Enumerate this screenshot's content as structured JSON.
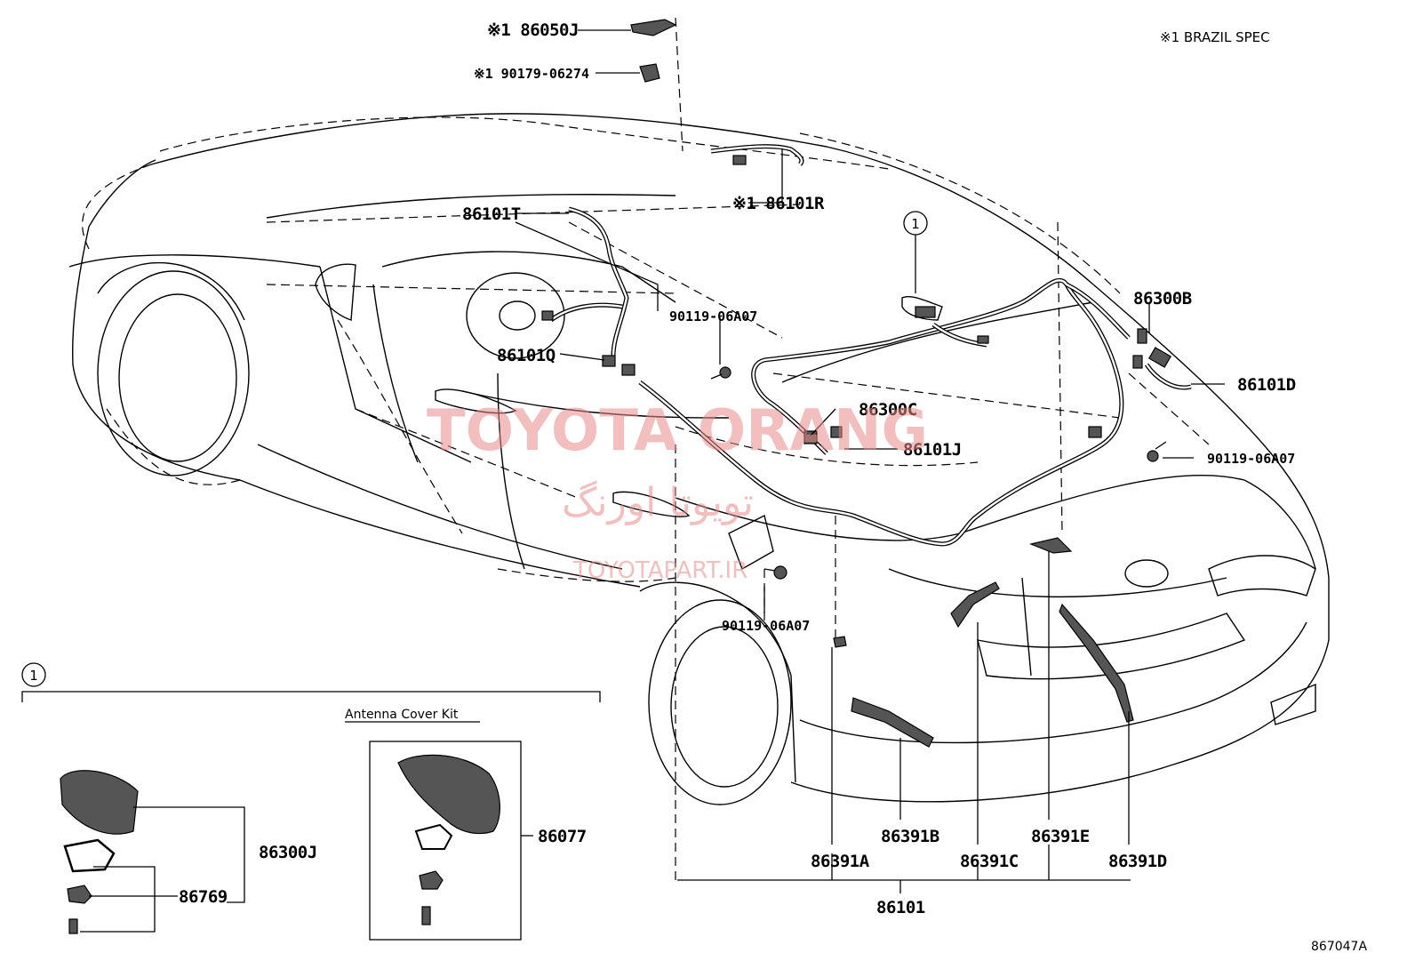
{
  "notes": {
    "spec_note": "※1  BRAZIL SPEC",
    "diagram_code": "867047A"
  },
  "callouts": {
    "ref1_main": "1",
    "ref1_inset": "1"
  },
  "inset": {
    "kit_caption": "Antenna Cover Kit"
  },
  "labels": {
    "p86050J": "※1 86050J",
    "p90179": "※1 90179-06274",
    "p86101R": "※1 86101R",
    "p86101T": "86101T",
    "p90119_a": "90119-06A07",
    "p86101Q": "86101Q",
    "p86300C": "86300C",
    "p86101J": "86101J",
    "p86300B": "86300B",
    "p86101D": "86101D",
    "p90119_b": "90119-06A07",
    "p90119_c": "90119-06A07",
    "p86391A": "86391A",
    "p86391B": "86391B",
    "p86391C": "86391C",
    "p86391E": "86391E",
    "p86391D": "86391D",
    "p86101": "86101",
    "p86300J": "86300J",
    "p86769": "86769",
    "p86077": "86077"
  },
  "watermark": {
    "line1": "TOYOTA ORANG",
    "line2": "تویوتا اورنگ",
    "line3": "TOYOTAPART.IR"
  }
}
